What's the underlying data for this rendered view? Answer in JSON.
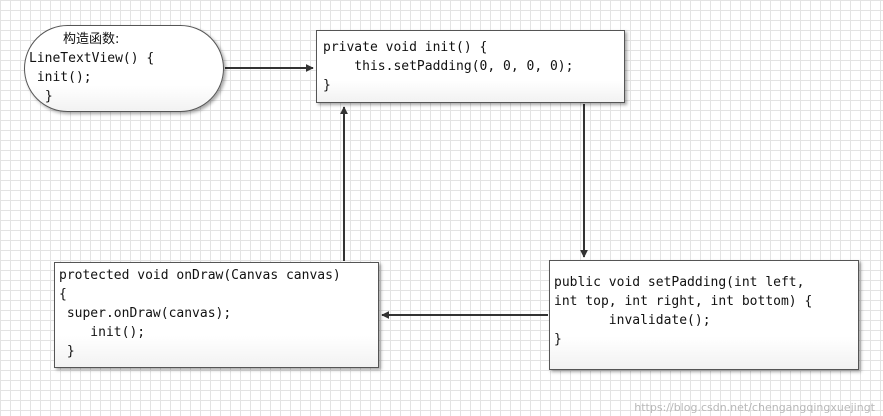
{
  "nodes": {
    "constructor": {
      "heading": "构造函数:",
      "lines": [
        "LineTextView() {",
        " init();",
        " }"
      ]
    },
    "init": {
      "lines": [
        "private void init() {",
        "    this.setPadding(0, 0, 0, 0);",
        "}"
      ]
    },
    "setpadding": {
      "lines": [
        "public void setPadding(int left,",
        "int top, int right, int bottom) {",
        "       invalidate();",
        "}"
      ]
    },
    "ondraw": {
      "lines": [
        "protected void onDraw(Canvas canvas)",
        "{",
        " super.onDraw(canvas);",
        "    init();",
        " }"
      ]
    }
  },
  "watermark": "https://blog.csdn.net/chengangqingxuejingt",
  "colors": {
    "line": "#333333",
    "border": "#555555",
    "grid": "#e3e3e3"
  }
}
